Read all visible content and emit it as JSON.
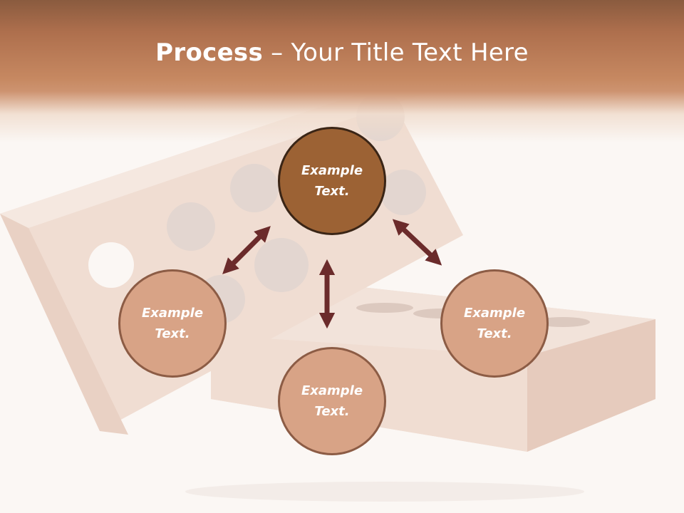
{
  "slide": {
    "title_bold": "Process",
    "title_separator": " – ",
    "title_rest": "Your Title Text Here"
  },
  "nodes": {
    "center": {
      "line1": "Example",
      "line2": "Text."
    },
    "left": {
      "line1": "Example",
      "line2": "Text."
    },
    "right": {
      "line1": "Example",
      "line2": "Text."
    },
    "bottom": {
      "line1": "Example",
      "line2": "Text."
    }
  },
  "colors": {
    "title_band": "#c68861",
    "center_fill": "#9c6234",
    "center_border": "#3a2516",
    "satellite_fill": "#d8a386",
    "satellite_border": "#8c5c45",
    "arrow": "#6b2b2b",
    "background": "#fbf7f4"
  }
}
